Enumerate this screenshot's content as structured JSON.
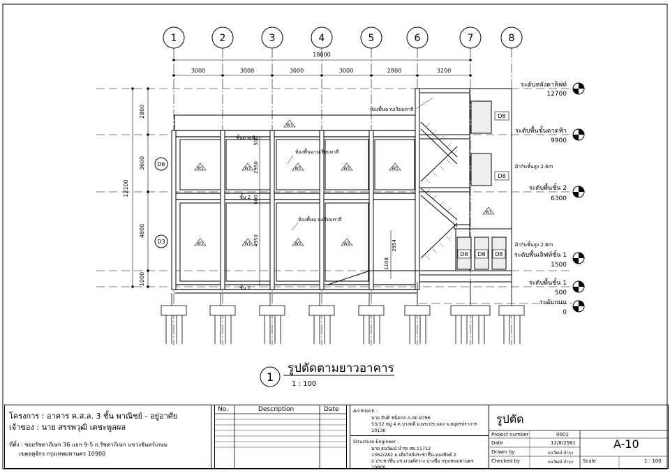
{
  "grid": {
    "labels": [
      "1",
      "2",
      "3",
      "4",
      "5",
      "6",
      "7",
      "8"
    ],
    "total": "18000",
    "spans": [
      "3000",
      "3000",
      "3000",
      "3000",
      "2800",
      "3200"
    ],
    "row_labels": [
      "D6",
      "D3"
    ]
  },
  "vertical_dims": {
    "overall": "12100",
    "parts": [
      "2800",
      "3600",
      "4800",
      "1000"
    ],
    "inner": [
      "500",
      "2950",
      "600",
      "4950",
      "1108",
      "2954"
    ]
  },
  "levels": [
    {
      "name": "ระดับหลังคาลิฟท์",
      "value": "12700"
    },
    {
      "name": "ระดับพื้นชั้นดาดฟ้า",
      "value": "9900"
    },
    {
      "name": "ระดับพื้นชั้น 2",
      "value": "6300"
    },
    {
      "name": "ระดับพื้นเลิฟท์ชั้น 1",
      "value": "1500"
    },
    {
      "name": "ระดับพื้นชั้น 1",
      "value": "500"
    },
    {
      "name": "ระดับถนน",
      "value": "0"
    }
  ],
  "annotations": {
    "roof_floor": "ชั้นดาดฟ้า",
    "floor2": "ชั้น 2",
    "floor1": "ชั้น 1",
    "plaster1": "ห้องพื้นฉาบเรียบทาสี",
    "plaster2": "ห้องพื้นฉาบเรียบทาสี",
    "plaster3": "ห้องพื้นฉาบเรียบทาสี",
    "mezz1": "ฝ้ากันชั้นสูง 2.6m",
    "mezz2": "ฝ้ากันชั้นสูง 2.6m",
    "wall_tag": "W1",
    "door_tag": "D8"
  },
  "view": {
    "number": "1",
    "title": "รูปตัดตามยาวอาคาร",
    "scale": "1 : 100"
  },
  "title_block": {
    "project": "โครงการ : อาคาร ค.ส.ล. 3 ชั้น พาณิชย์ - อยู่อาศัย",
    "owner": "เจ้าของ : นาย สรรพวุฒิ เตชะพูลผล",
    "location1": "ที่ตั้ง : ซอยรัชดาภิเษก 36 แยก 9-5 ถ.รัชดาภิเษก แขวงจันทร์เกษม",
    "location2": "เขตจตุจักร กรุงเทพมหานคร 10900",
    "rev_headers": [
      "No.",
      "Description",
      "Date"
    ],
    "architect_label": "Architech :",
    "architect_lines": [
      "นาย สันติ ชนิดกล  ภ-สถ.9786",
      "53/32 หมู่ 4 ต.บางพลี อ.พระประแดง จ.สมุทรปราการ 10130"
    ],
    "engineer_label": "Structure Engineer :",
    "engineer_lines": [
      "นาย ธนวัฒน์ บำรุง  สย.11712",
      "1362/282 ม.เดียวิลล์ประชาชื่น-ทองทิพย์ 2",
      "ถ.ประชาชื่น แขวงวงศ์สว่าง บางซื่อ กรุงเทพมหานคร 10800"
    ],
    "sheet_title": "รูปตัด",
    "project_number_label": "Project number",
    "project_number": "0001",
    "date_label": "Date",
    "date": "12/8/2561",
    "drawn_label": "Drawn by",
    "drawn": "ธนวัฒน์ บำรุง",
    "checked_label": "Checked by",
    "checked": "ธนวัฒน์ บำรุง",
    "sheet_no": "A-10",
    "scale_label": "Scale",
    "scale": "1 : 100"
  }
}
